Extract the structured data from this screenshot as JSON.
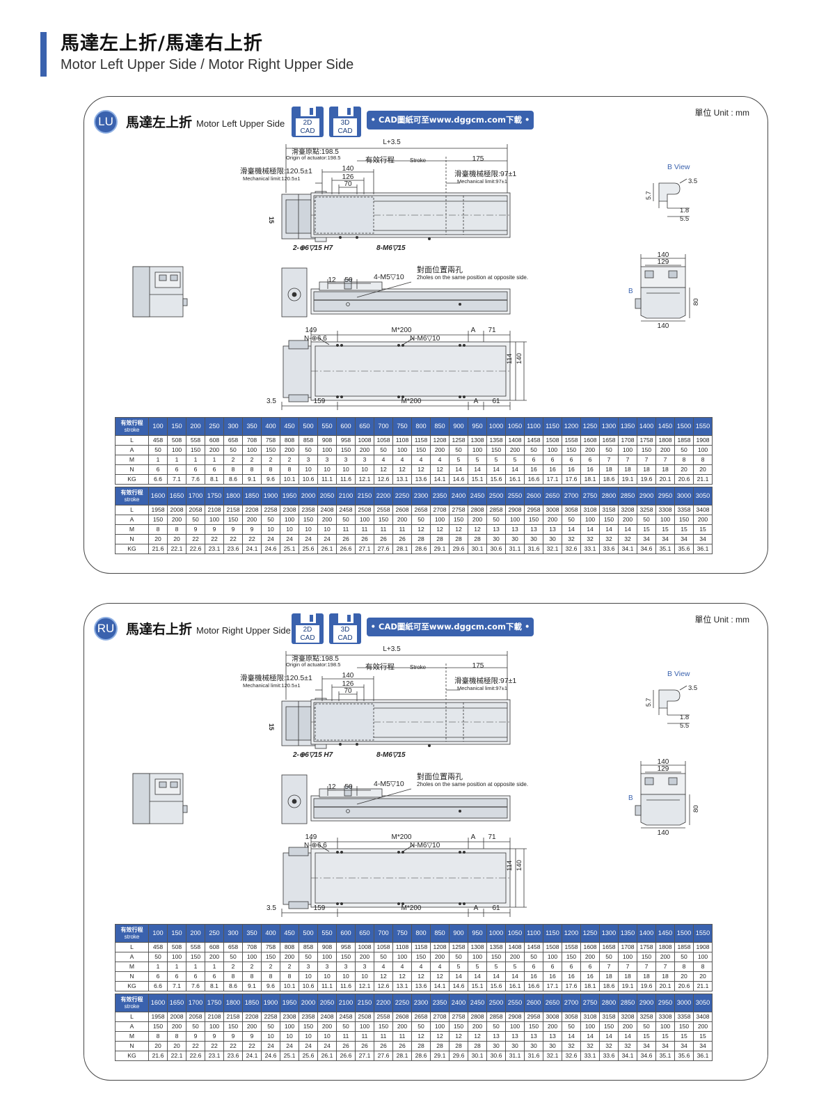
{
  "page": {
    "title": "馬達左上折/馬達右上折",
    "subtitle": "Motor Left Upper Side / Motor Right Upper Side"
  },
  "colors": {
    "accent": "#3a62ae",
    "line": "#333333",
    "metal": "#d8dde4"
  },
  "panels": [
    {
      "badge": "LU",
      "title_zh": "馬達左上折",
      "title_en": "Motor Left Upper Side",
      "unit": "單位 Unit : mm",
      "cad_2d": "2D\nCAD",
      "cad_3d": "3D\nCAD",
      "cad_banner": "• CAD圖紙可至www.dggcm.com下載 •",
      "labels": {
        "l_plus": "L+3.5",
        "origin_zh": "滑臺原點:198.5",
        "origin_en": "Origin of actuator:198.5",
        "stroke_zh": "有效行程",
        "stroke_en": "Stroke",
        "d175": "175",
        "mech_left_zh": "滑臺機械極限:120.5±1",
        "mech_left_en": "Mechanical limit:120.5±1",
        "mech_right_zh": "滑臺機械極限:97±1",
        "mech_right_en": "Mechanical limit:97±1",
        "d140": "140",
        "d126": "126",
        "d70": "70",
        "d15": "15",
        "hole1": "2-⊕6▽15 H7",
        "hole2": "8-M6▽15",
        "d12": "12",
        "d50": "50",
        "m5": "4-M5▽10",
        "opp_zh": "對面位置兩孔",
        "opp_en": "2holes on the same position at opposite side.",
        "d149": "149",
        "m200": "M*200",
        "a": "A",
        "d71": "71",
        "n66": "N-⊕6.6",
        "nm6": "N-M6▽10",
        "d114": "114",
        "d140b": "140",
        "d35": "3.5",
        "d159": "159",
        "d61": "61",
        "bview": "B View",
        "d57": "5.7",
        "d35b": "3.5",
        "d18": "1.8",
        "d55": "5.5",
        "d129": "129",
        "b": "B",
        "d80": "80"
      }
    },
    {
      "badge": "RU",
      "title_zh": "馬達右上折",
      "title_en": "Motor Right Upper Side",
      "unit": "單位 Unit : mm",
      "cad_2d": "2D\nCAD",
      "cad_3d": "3D\nCAD",
      "cad_banner": "• CAD圖紙可至www.dggcm.com下載 •",
      "labels": {
        "l_plus": "L+3.5",
        "origin_zh": "滑臺原點:198.5",
        "origin_en": "Origin of actuator:198.5",
        "stroke_zh": "有效行程",
        "stroke_en": "Stroke",
        "d175": "175",
        "mech_left_zh": "滑臺機械極限:120.5±1",
        "mech_left_en": "Mechanical limit:120.5±1",
        "mech_right_zh": "滑臺機械極限:97±1",
        "mech_right_en": "Mechanical limit:97±1",
        "d140": "140",
        "d126": "126",
        "d70": "70",
        "d15": "15",
        "hole1": "2-⊕6▽15 H7",
        "hole2": "8-M6▽15",
        "d12": "12",
        "d50": "50",
        "m5": "4-M5▽10",
        "opp_zh": "對面位置兩孔",
        "opp_en": "2holes on the same position at opposite side.",
        "d149": "149",
        "m200": "M*200",
        "a": "A",
        "d71": "71",
        "n66": "N-⊕6.6",
        "nm6": "N-M6▽10",
        "d114": "114",
        "d140b": "140",
        "d35": "3.5",
        "d159": "159",
        "d61": "61",
        "bview": "B View",
        "d57": "5.7",
        "d35b": "3.5",
        "d18": "1.8",
        "d55": "5.5",
        "d129": "129",
        "b": "B",
        "d80": "80"
      }
    }
  ],
  "table": {
    "header_zh": "有效行程",
    "header_en": "stroke",
    "row_labels": [
      "L",
      "A",
      "M",
      "N",
      "KG"
    ],
    "part1": {
      "stroke": [
        "100",
        "150",
        "200",
        "250",
        "300",
        "350",
        "400",
        "450",
        "500",
        "550",
        "600",
        "650",
        "700",
        "750",
        "800",
        "850",
        "900",
        "950",
        "1000",
        "1050",
        "1100",
        "1150",
        "1200",
        "1250",
        "1300",
        "1350",
        "1400",
        "1450",
        "1500",
        "1550"
      ],
      "rows": [
        [
          "458",
          "508",
          "558",
          "608",
          "658",
          "708",
          "758",
          "808",
          "858",
          "908",
          "958",
          "1008",
          "1058",
          "1108",
          "1158",
          "1208",
          "1258",
          "1308",
          "1358",
          "1408",
          "1458",
          "1508",
          "1558",
          "1608",
          "1658",
          "1708",
          "1758",
          "1808",
          "1858",
          "1908"
        ],
        [
          "50",
          "100",
          "150",
          "200",
          "50",
          "100",
          "150",
          "200",
          "50",
          "100",
          "150",
          "200",
          "50",
          "100",
          "150",
          "200",
          "50",
          "100",
          "150",
          "200",
          "50",
          "100",
          "150",
          "200",
          "50",
          "100",
          "150",
          "200",
          "50",
          "100"
        ],
        [
          "1",
          "1",
          "1",
          "1",
          "2",
          "2",
          "2",
          "2",
          "3",
          "3",
          "3",
          "3",
          "4",
          "4",
          "4",
          "4",
          "5",
          "5",
          "5",
          "5",
          "6",
          "6",
          "6",
          "6",
          "7",
          "7",
          "7",
          "7",
          "8",
          "8"
        ],
        [
          "6",
          "6",
          "6",
          "6",
          "8",
          "8",
          "8",
          "8",
          "10",
          "10",
          "10",
          "10",
          "12",
          "12",
          "12",
          "12",
          "14",
          "14",
          "14",
          "14",
          "16",
          "16",
          "16",
          "16",
          "18",
          "18",
          "18",
          "18",
          "20",
          "20"
        ],
        [
          "6.6",
          "7.1",
          "7.6",
          "8.1",
          "8.6",
          "9.1",
          "9.6",
          "10.1",
          "10.6",
          "11.1",
          "11.6",
          "12.1",
          "12.6",
          "13.1",
          "13.6",
          "14.1",
          "14.6",
          "15.1",
          "15.6",
          "16.1",
          "16.6",
          "17.1",
          "17.6",
          "18.1",
          "18.6",
          "19.1",
          "19.6",
          "20.1",
          "20.6",
          "21.1"
        ]
      ]
    },
    "part2": {
      "stroke": [
        "1600",
        "1650",
        "1700",
        "1750",
        "1800",
        "1850",
        "1900",
        "1950",
        "2000",
        "2050",
        "2100",
        "2150",
        "2200",
        "2250",
        "2300",
        "2350",
        "2400",
        "2450",
        "2500",
        "2550",
        "2600",
        "2650",
        "2700",
        "2750",
        "2800",
        "2850",
        "2900",
        "2950",
        "3000",
        "3050"
      ],
      "rows": [
        [
          "1958",
          "2008",
          "2058",
          "2108",
          "2158",
          "2208",
          "2258",
          "2308",
          "2358",
          "2408",
          "2458",
          "2508",
          "2558",
          "2608",
          "2658",
          "2708",
          "2758",
          "2808",
          "2858",
          "2908",
          "2958",
          "3008",
          "3058",
          "3108",
          "3158",
          "3208",
          "3258",
          "3308",
          "3358",
          "3408"
        ],
        [
          "150",
          "200",
          "50",
          "100",
          "150",
          "200",
          "50",
          "100",
          "150",
          "200",
          "50",
          "100",
          "150",
          "200",
          "50",
          "100",
          "150",
          "200",
          "50",
          "100",
          "150",
          "200",
          "50",
          "100",
          "150",
          "200",
          "50",
          "100",
          "150",
          "200"
        ],
        [
          "8",
          "8",
          "9",
          "9",
          "9",
          "9",
          "10",
          "10",
          "10",
          "10",
          "11",
          "11",
          "11",
          "11",
          "12",
          "12",
          "12",
          "12",
          "13",
          "13",
          "13",
          "13",
          "14",
          "14",
          "14",
          "14",
          "15",
          "15",
          "15",
          "15"
        ],
        [
          "20",
          "20",
          "22",
          "22",
          "22",
          "22",
          "24",
          "24",
          "24",
          "24",
          "26",
          "26",
          "26",
          "26",
          "28",
          "28",
          "28",
          "28",
          "30",
          "30",
          "30",
          "30",
          "32",
          "32",
          "32",
          "32",
          "34",
          "34",
          "34",
          "34"
        ],
        [
          "21.6",
          "22.1",
          "22.6",
          "23.1",
          "23.6",
          "24.1",
          "24.6",
          "25.1",
          "25.6",
          "26.1",
          "26.6",
          "27.1",
          "27.6",
          "28.1",
          "28.6",
          "29.1",
          "29.6",
          "30.1",
          "30.6",
          "31.1",
          "31.6",
          "32.1",
          "32.6",
          "33.1",
          "33.6",
          "34.1",
          "34.6",
          "35.1",
          "35.6",
          "36.1"
        ]
      ]
    }
  }
}
